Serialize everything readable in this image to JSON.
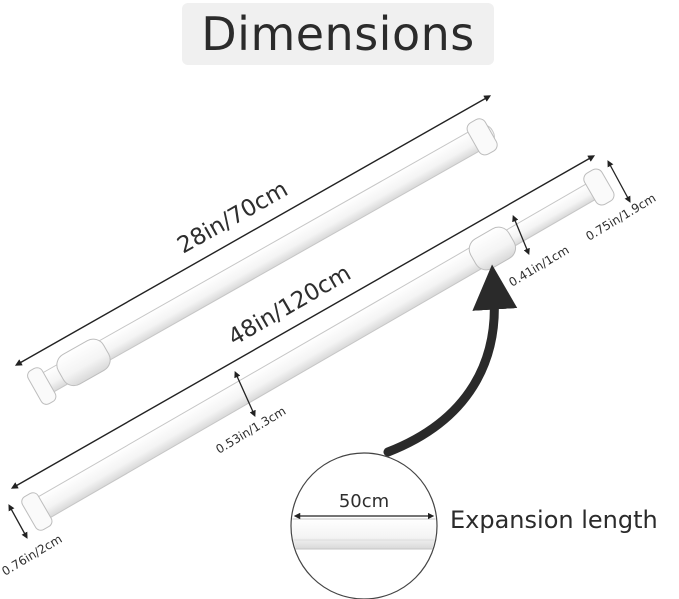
{
  "title": "Dimensions",
  "labels": {
    "short_rod_length": "28in/70cm",
    "long_rod_length": "48in/120cm",
    "diameter_small_end": "0.41in/1cm",
    "diameter_cap": "0.75in/1.9cm",
    "diameter_mid": "0.53in/1.3cm",
    "diameter_base": "0.76in/2cm",
    "expansion_value": "50cm",
    "expansion_caption": "Expansion length"
  },
  "colors": {
    "rod": "#f7f7f7",
    "outline": "#c8c8c8",
    "line": "#222222",
    "title_bg": "#f0f0f0"
  }
}
